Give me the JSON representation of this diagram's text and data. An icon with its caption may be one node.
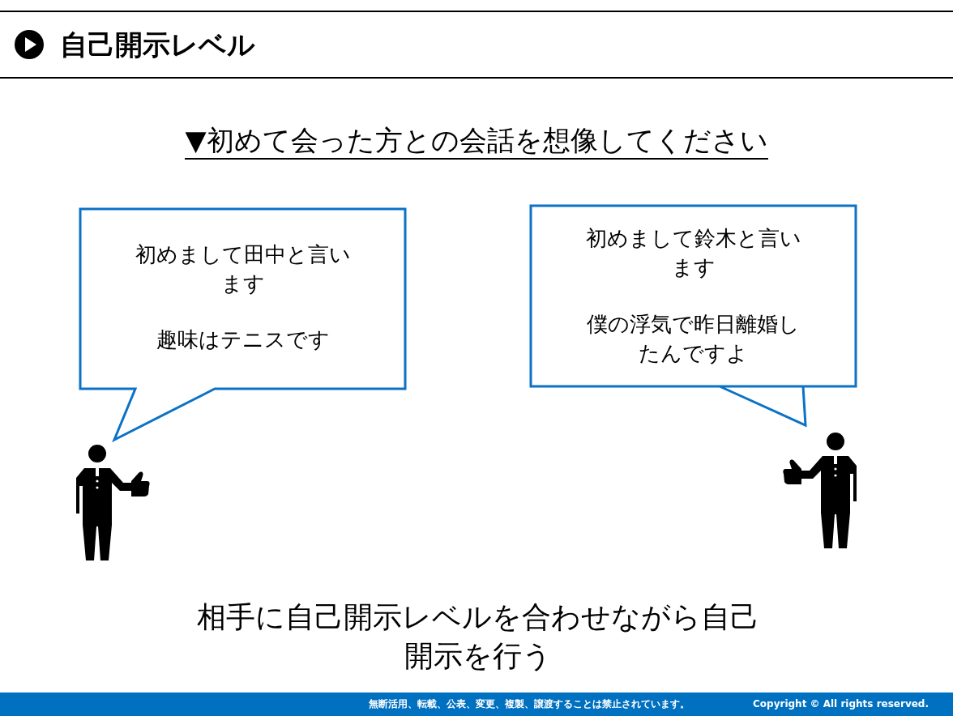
{
  "diagram": {
    "title": "自己開示レベル",
    "nodes": [
      {
        "text": [
          "初めまして田中と言います",
          "趣味はテニスです"
        ]
      },
      {
        "text": [
          "初めまして鈴木と言います",
          "僕の浮気で昨日離婚したんですよ"
        ]
      },
      {
        "text": [],
        "shape": "person"
      },
      {
        "text": [],
        "shape": "person"
      }
    ],
    "labels": [
      "▼初めて会った方との会話を想像してください",
      "相手に自己開示レベルを合わせながら自己開示を行う",
      "無断活用、転載、公表、変更、複製、譲渡することは禁止されています。",
      "Copyright © All rights reserved."
    ]
  }
}
